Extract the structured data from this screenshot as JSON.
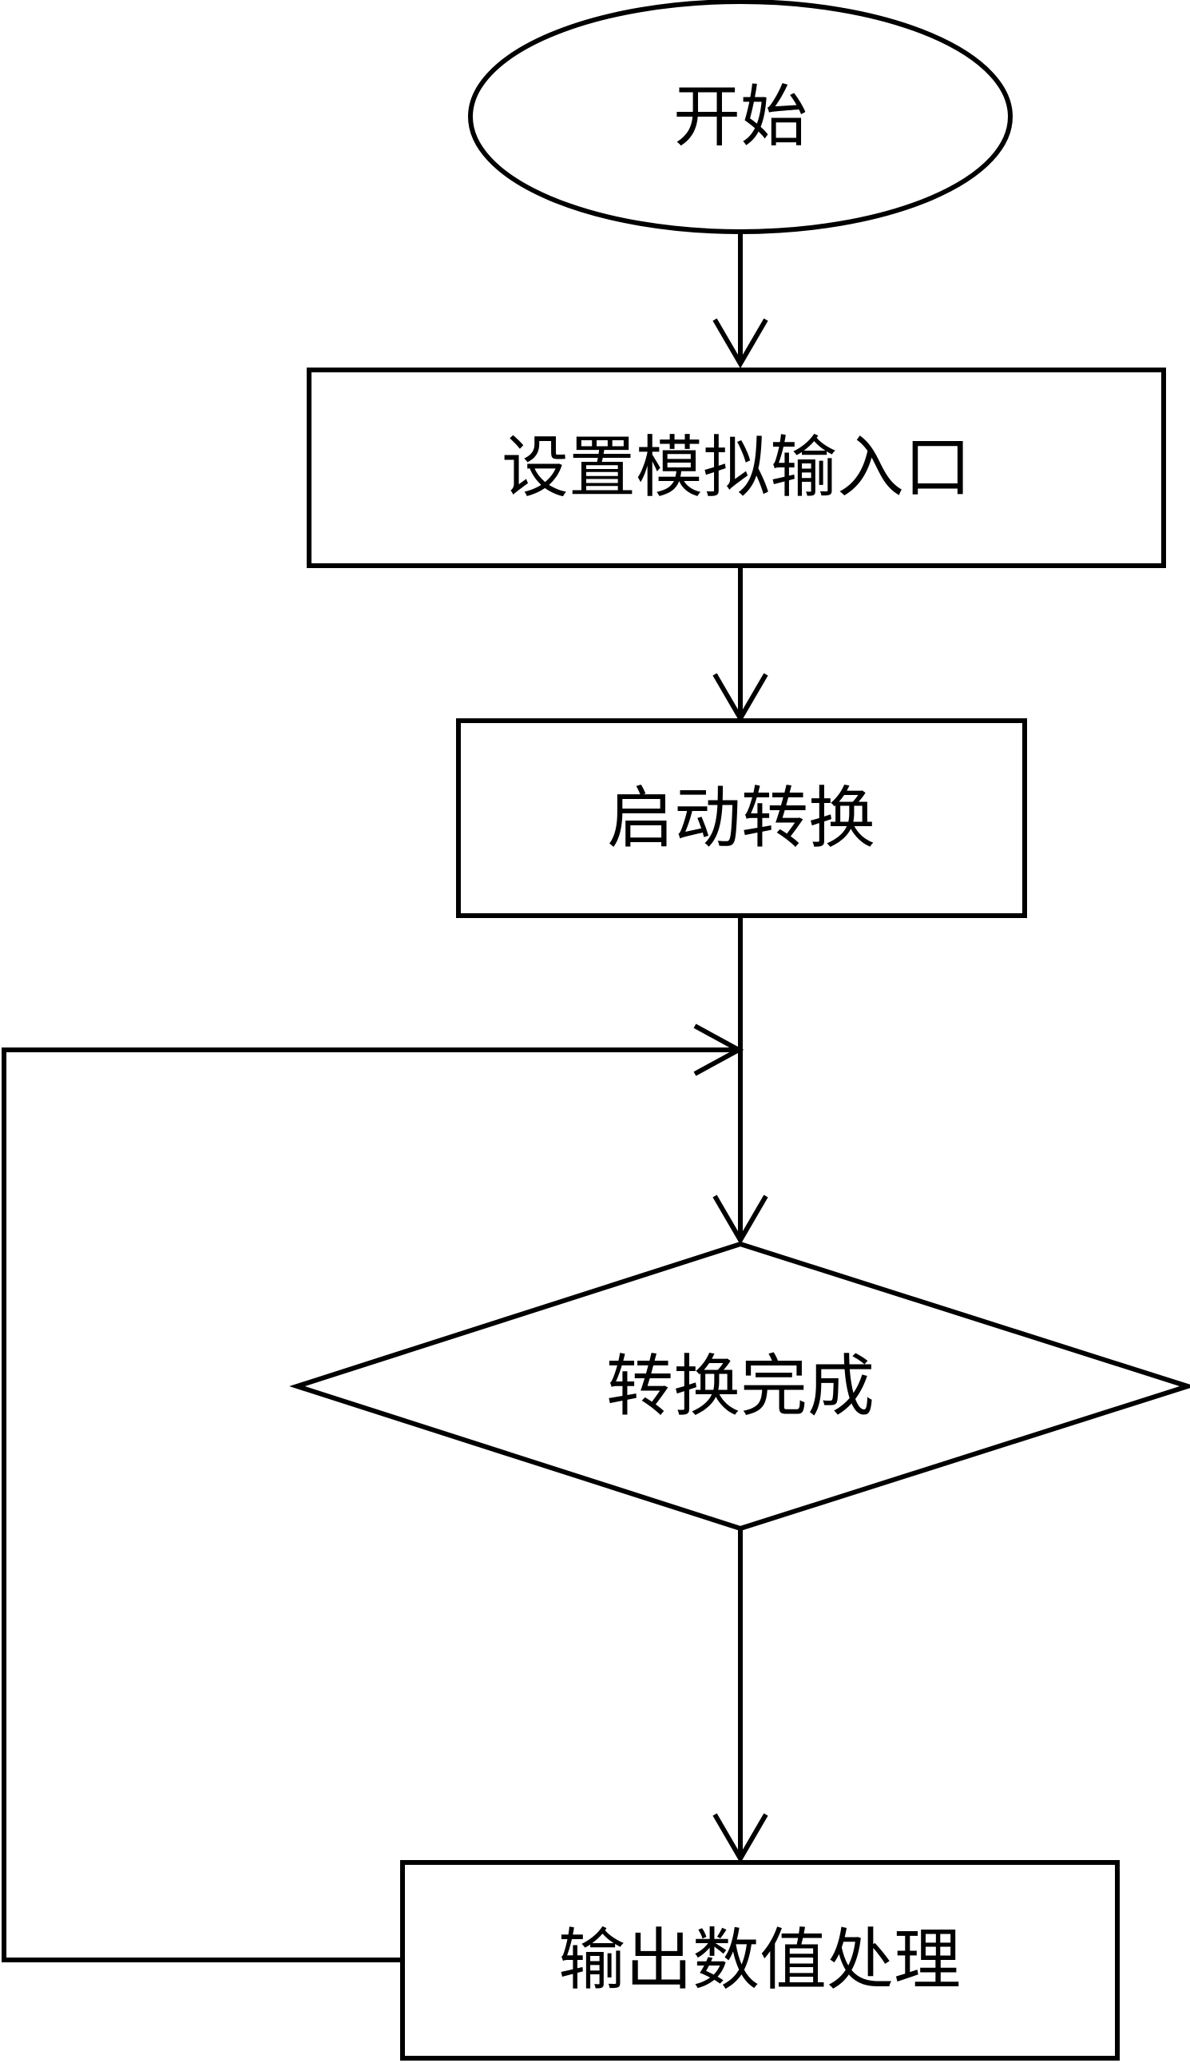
{
  "nodes": {
    "start": {
      "label": "开始",
      "shape": "ellipse"
    },
    "setup_input": {
      "label": "设置模拟输入口",
      "shape": "rectangle"
    },
    "start_conversion": {
      "label": "启动转换",
      "shape": "rectangle"
    },
    "conversion_done": {
      "label": "转换完成",
      "shape": "diamond"
    },
    "output_process": {
      "label": "输出数值处理",
      "shape": "rectangle"
    }
  },
  "edges": [
    {
      "from": "start",
      "to": "setup_input"
    },
    {
      "from": "setup_input",
      "to": "start_conversion"
    },
    {
      "from": "start_conversion",
      "to": "conversion_done"
    },
    {
      "from": "conversion_done",
      "to": "output_process"
    },
    {
      "from": "output_process",
      "to": "conversion_done",
      "type": "loop-back"
    }
  ],
  "colors": {
    "stroke": "#000000",
    "fill": "#ffffff",
    "text": "#000000"
  }
}
